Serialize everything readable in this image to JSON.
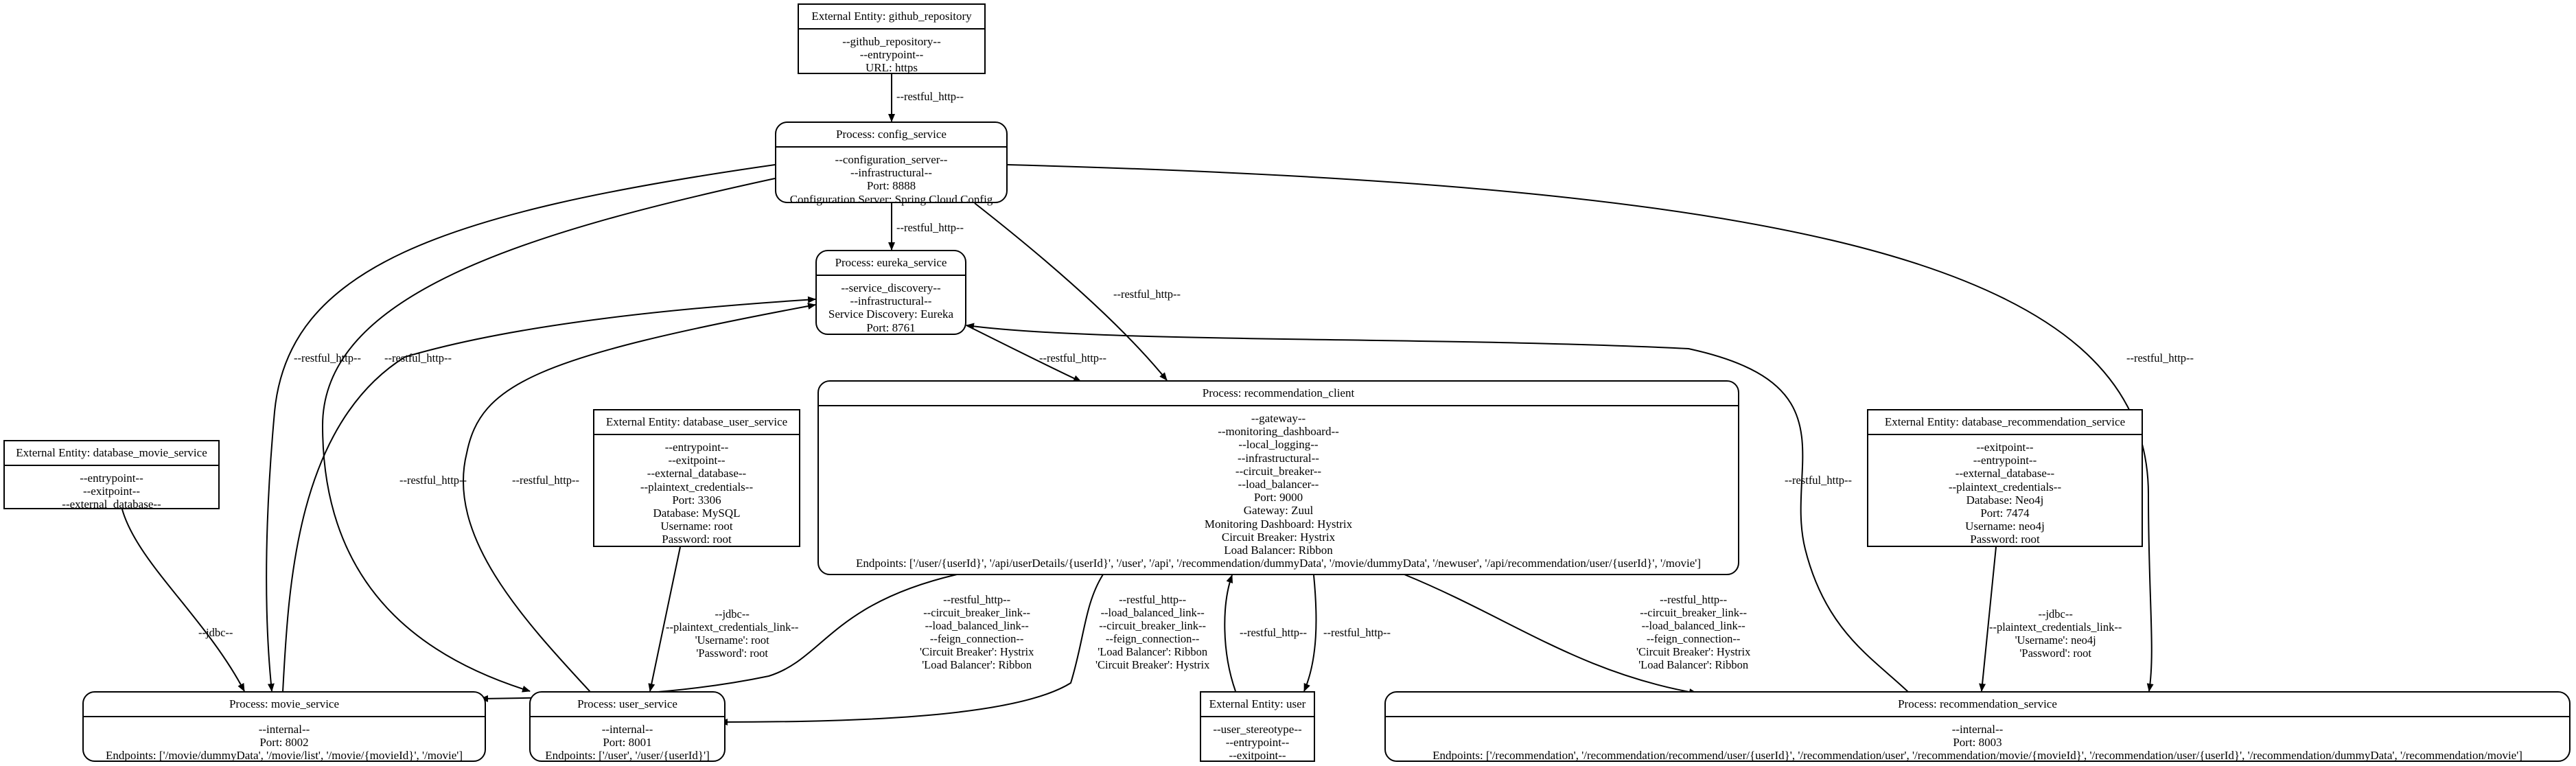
{
  "nodes": {
    "github_repository": {
      "title": "External Entity: github_repository",
      "lines": [
        "--github_repository--",
        "--entrypoint--",
        "URL: https"
      ]
    },
    "config_service": {
      "title": "Process: config_service",
      "lines": [
        "--configuration_server--",
        "--infrastructural--",
        "Port: 8888",
        "Configuration Server: Spring Cloud Config"
      ]
    },
    "eureka_service": {
      "title": "Process: eureka_service",
      "lines": [
        "--service_discovery--",
        "--infrastructural--",
        "Service Discovery: Eureka",
        "Port: 8761"
      ]
    },
    "recommendation_client": {
      "title": "Process: recommendation_client",
      "lines": [
        "--gateway--",
        "--monitoring_dashboard--",
        "--local_logging--",
        "--infrastructural--",
        "--circuit_breaker--",
        "--load_balancer--",
        "Port: 9000",
        "Gateway: Zuul",
        "Monitoring Dashboard: Hystrix",
        "Circuit Breaker: Hystrix",
        "Load Balancer: Ribbon",
        "Endpoints: ['/user/{userId}', '/api/userDetails/{userId}', '/user', '/api', '/recommendation/dummyData', '/movie/dummyData', '/newuser', '/api/recommendation/user/{userId}', '/movie']"
      ]
    },
    "database_movie_service": {
      "title": "External Entity: database_movie_service",
      "lines": [
        "--entrypoint--",
        "--exitpoint--",
        "--external_database--"
      ]
    },
    "database_user_service": {
      "title": "External Entity: database_user_service",
      "lines": [
        "--entrypoint--",
        "--exitpoint--",
        "--external_database--",
        "--plaintext_credentials--",
        "Port: 3306",
        "Database: MySQL",
        "Username: root",
        "Password: root"
      ]
    },
    "database_recommendation_service": {
      "title": "External Entity: database_recommendation_service",
      "lines": [
        "--exitpoint--",
        "--entrypoint--",
        "--external_database--",
        "--plaintext_credentials--",
        "Database: Neo4j",
        "Port: 7474",
        "Username: neo4j",
        "Password: root"
      ]
    },
    "movie_service": {
      "title": "Process: movie_service",
      "lines": [
        "--internal--",
        "Port: 8002",
        "Endpoints: ['/movie/dummyData', '/movie/list', '/movie/{movieId}', '/movie']"
      ]
    },
    "user_service": {
      "title": "Process: user_service",
      "lines": [
        "--internal--",
        "Port: 8001",
        "Endpoints: ['/user', '/user/{userId}']"
      ]
    },
    "user": {
      "title": "External Entity: user",
      "lines": [
        "--user_stereotype--",
        "--entrypoint--",
        "--exitpoint--"
      ]
    },
    "recommendation_service": {
      "title": "Process: recommendation_service",
      "lines": [
        "--internal--",
        "Port: 8003",
        "Endpoints: ['/recommendation', '/recommendation/recommend/user/{userId}', '/recommendation/user', '/recommendation/movie/{movieId}', '/recommendation/user/{userId}', '/recommendation/dummyData', '/recommendation/movie']"
      ]
    }
  },
  "edge_labels": {
    "github_to_config": [
      "--restful_http--"
    ],
    "config_to_eureka": [
      "--restful_http--"
    ],
    "config_to_client": [
      "--restful_http--"
    ],
    "config_to_movie": [
      "--restful_http--"
    ],
    "config_to_user": [
      "--restful_http--"
    ],
    "config_to_recsvc": [
      "--restful_http--"
    ],
    "eureka_to_client": [
      "--restful_http--"
    ],
    "movie_to_eureka": [
      "--restful_http--"
    ],
    "user_to_eureka": [
      "--restful_http--"
    ],
    "recsvc_to_eureka": [
      "--restful_http--"
    ],
    "dbmovie_to_movie": [
      "--jdbc--"
    ],
    "dbuser_to_user": [
      "--jdbc--",
      "--plaintext_credentials_link--",
      "'Username': root",
      "'Password': root"
    ],
    "dbrec_to_recsvc": [
      "--jdbc--",
      "--plaintext_credentials_link--",
      "'Username': neo4j",
      "'Password': root"
    ],
    "client_to_movie": [
      "--restful_http--",
      "--circuit_breaker_link--",
      "--load_balanced_link--",
      "--feign_connection--",
      "'Circuit Breaker': Hystrix",
      "'Load Balancer': Ribbon"
    ],
    "client_to_user": [
      "--restful_http--",
      "--load_balanced_link--",
      "--circuit_breaker_link--",
      "--feign_connection--",
      "'Load Balancer': Ribbon",
      "'Circuit Breaker': Hystrix"
    ],
    "user_to_client": [
      "--restful_http--"
    ],
    "client_to_user_ext": [
      "--restful_http--"
    ],
    "client_to_recsvc": [
      "--restful_http--",
      "--circuit_breaker_link--",
      "--load_balanced_link--",
      "--feign_connection--",
      "'Circuit Breaker': Hystrix",
      "'Load Balancer': Ribbon"
    ]
  }
}
